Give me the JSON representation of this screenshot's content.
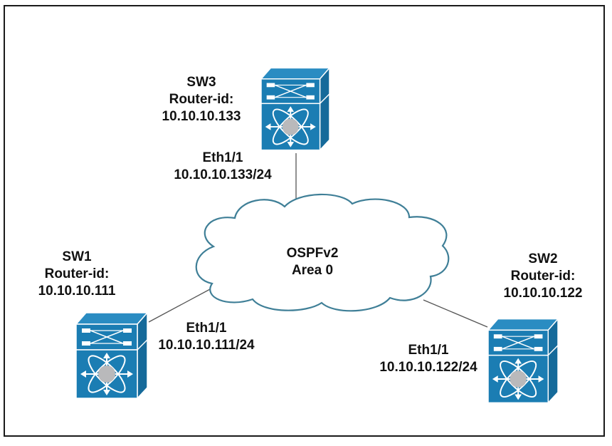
{
  "diagram": {
    "colors": {
      "switch_fill": "#1b7db3",
      "switch_top": "#2a8cc2",
      "switch_side": "#156a9a",
      "switch_line": "#ffffff",
      "switch_core": "#b9b9bb",
      "cloud_stroke": "#3f7f97",
      "link": "#555555",
      "text": "#111111"
    },
    "cloud": {
      "title": "OSPFv2",
      "subtitle": "Area 0"
    },
    "switches": [
      {
        "id": "sw3",
        "name": "SW3",
        "router_id_label": "Router-id:",
        "router_id": "10.10.10.133",
        "interface": "Eth1/1",
        "interface_ip": "10.10.10.133/24"
      },
      {
        "id": "sw1",
        "name": "SW1",
        "router_id_label": "Router-id:",
        "router_id": "10.10.10.111",
        "interface": "Eth1/1",
        "interface_ip": "10.10.10.111/24"
      },
      {
        "id": "sw2",
        "name": "SW2",
        "router_id_label": "Router-id:",
        "router_id": "10.10.10.122",
        "interface": "Eth1/1",
        "interface_ip": "10.10.10.122/24"
      }
    ]
  }
}
